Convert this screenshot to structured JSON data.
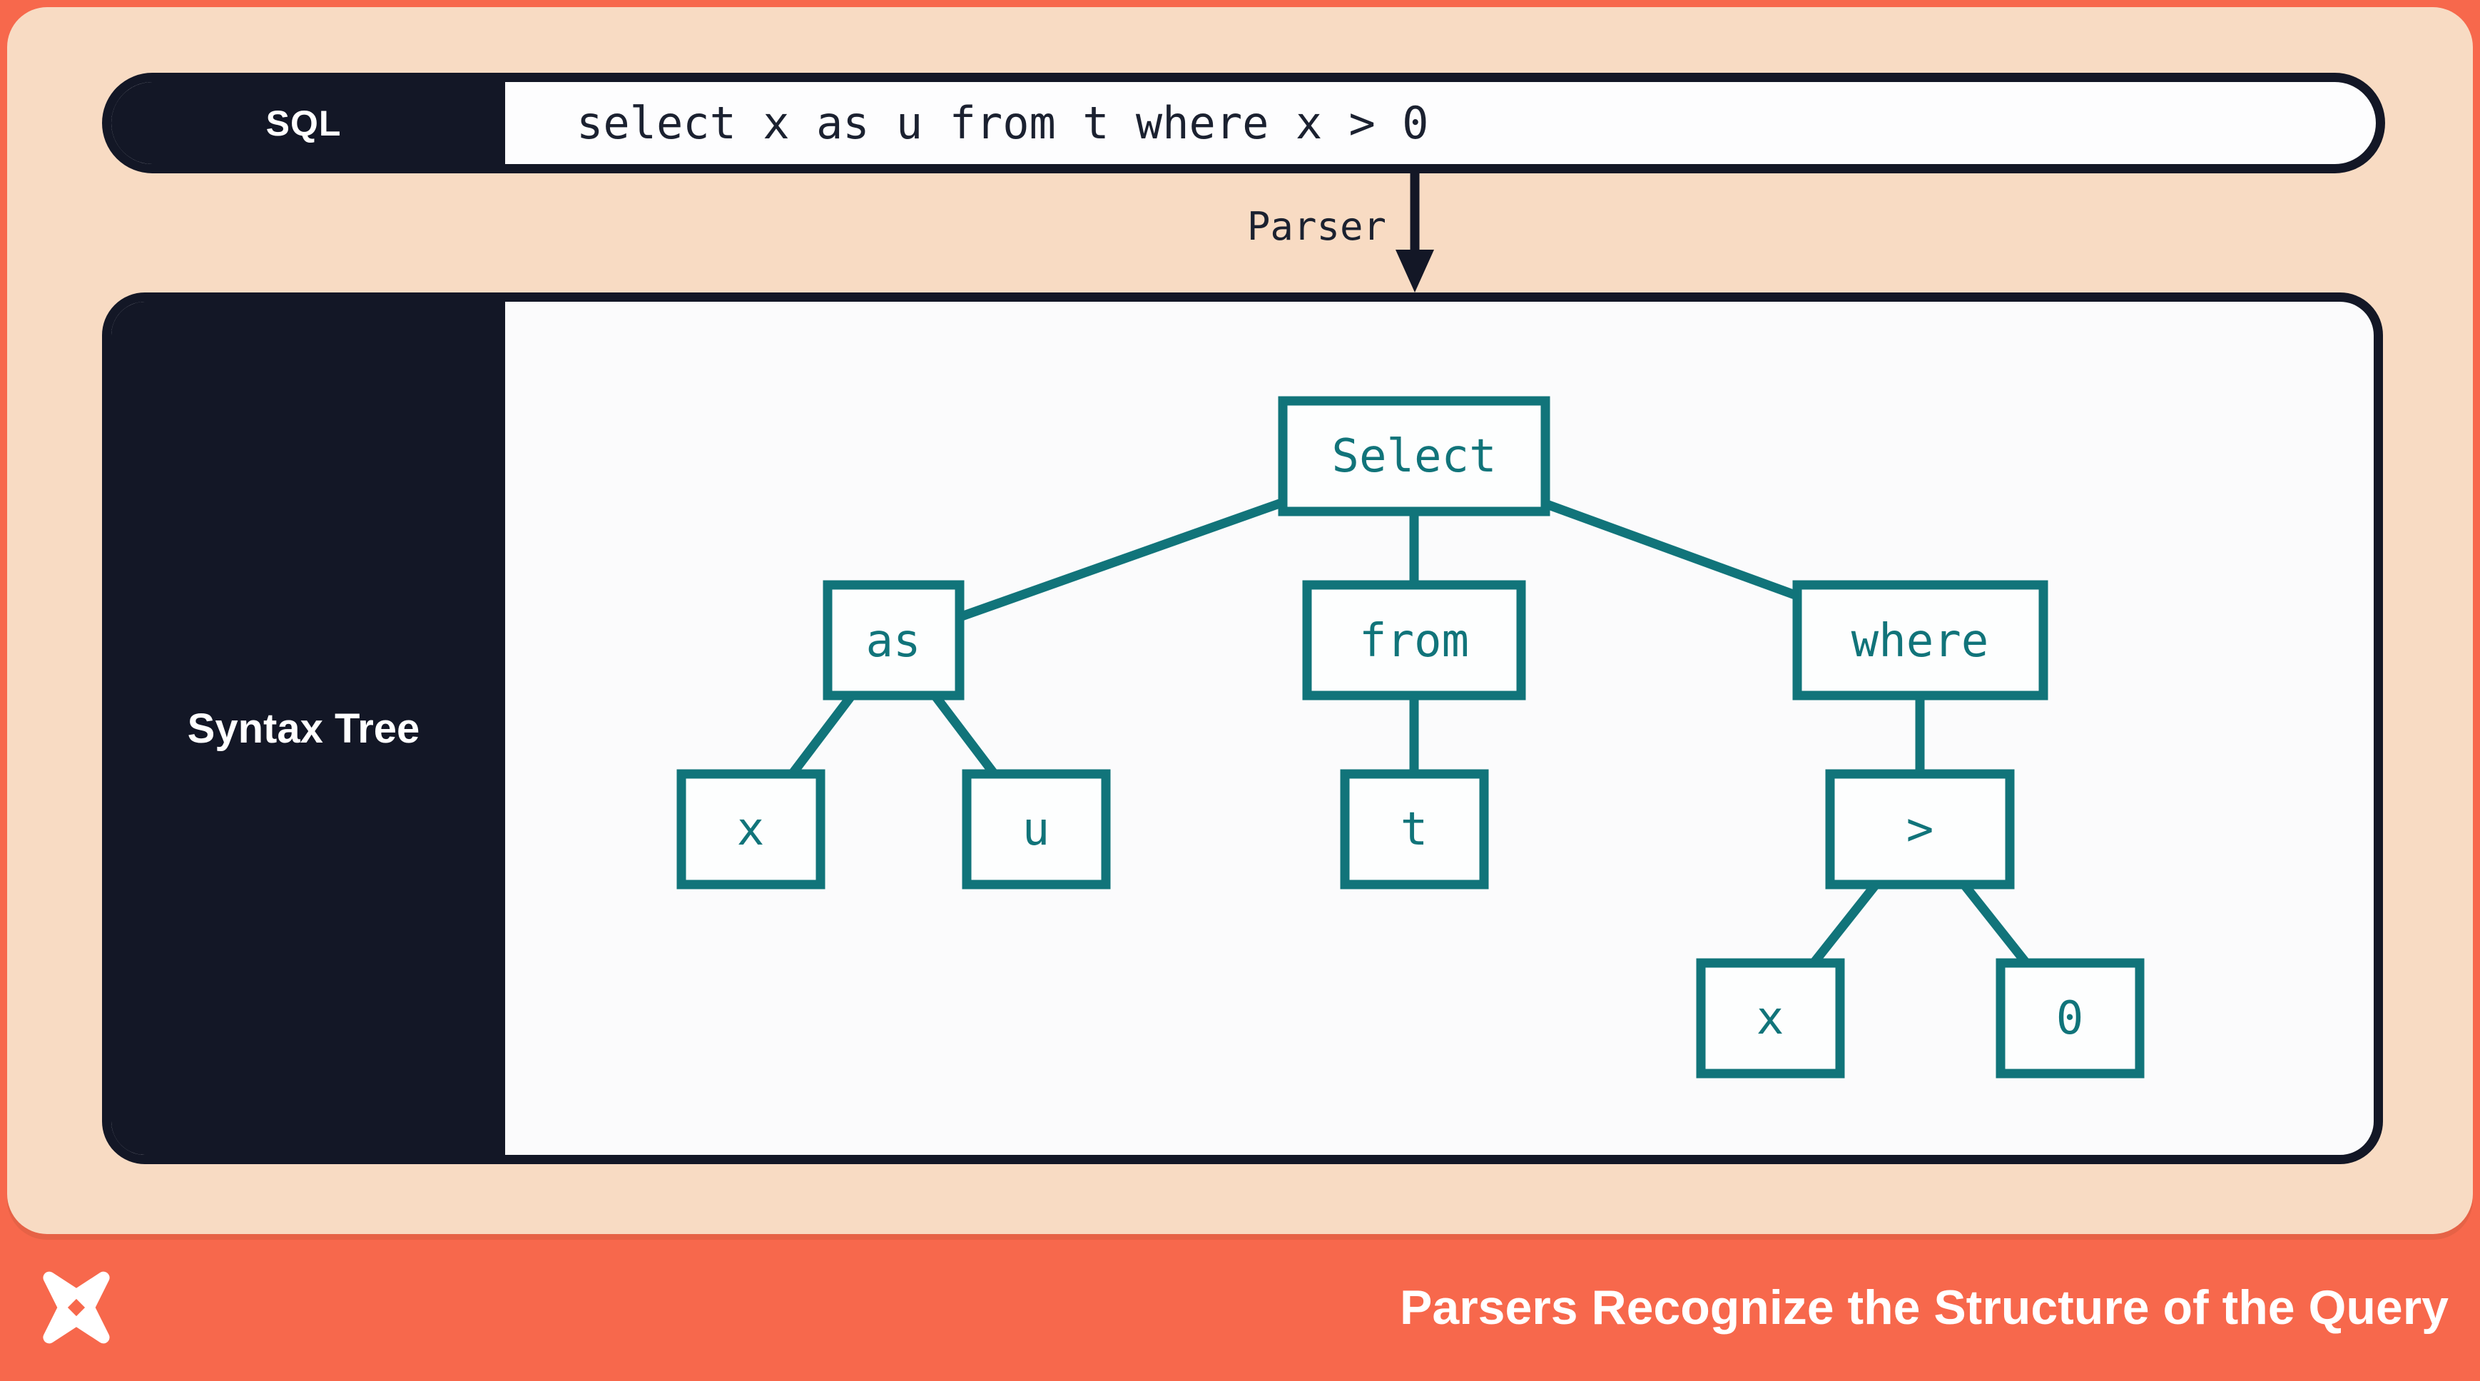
{
  "sql_bar": {
    "label": "SQL",
    "query": "select x as u from t where x > 0"
  },
  "parser": {
    "label": "Parser"
  },
  "tree_card": {
    "title": "Syntax Tree"
  },
  "tree": {
    "root": {
      "label": "Select",
      "children": [
        {
          "label": "as",
          "children": [
            {
              "label": "x"
            },
            {
              "label": "u"
            }
          ]
        },
        {
          "label": "from",
          "children": [
            {
              "label": "t"
            }
          ]
        },
        {
          "label": "where",
          "children": [
            {
              "label": ">",
              "children": [
                {
                  "label": "x"
                },
                {
                  "label": "0"
                }
              ]
            }
          ]
        }
      ]
    }
  },
  "footer": {
    "caption": "Parsers Recognize the Structure of the Query",
    "logo": "dolt-pinwheel-logo"
  },
  "colors": {
    "navy": "#131726",
    "teal": "#11747a",
    "coral": "#f7684c",
    "peach": "#f8dbc3",
    "card_bg": "#fbfbfc"
  }
}
